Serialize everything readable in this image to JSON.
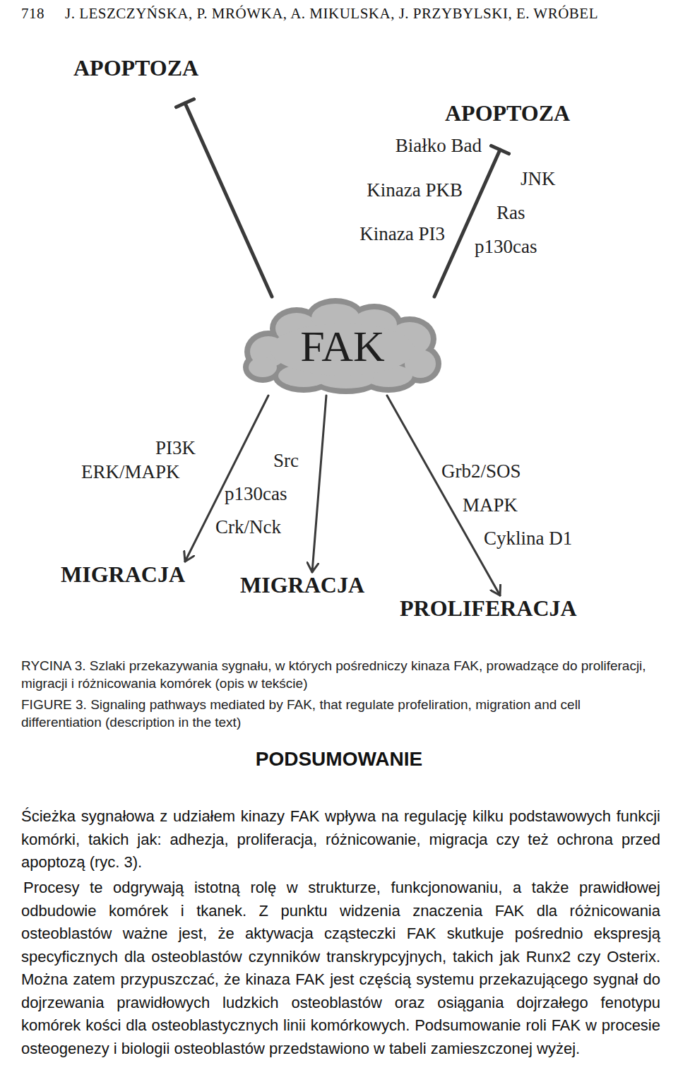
{
  "diagram": {
    "caption": "RYCINA 3. Szlaki przekazywania sygnału, w których pośredniczy kinaza FAK, prowadzące do proliferacji, migracji i różnicowania komórek (opis w tekście)",
    "nodes": [
      {
        "text": [
          "APOPTOZA"
        ]
      },
      {
        "text": [
          "APOPTOZA"
        ]
      },
      {
        "text": [
          "FAK"
        ]
      },
      {
        "text": [
          "MIGRACJA"
        ]
      },
      {
        "text": [
          "MIGRACJA"
        ]
      },
      {
        "text": [
          "PROLIFERACJA"
        ]
      }
    ],
    "edges": [
      {
        "from": 2,
        "to": 0,
        "arrow": "to"
      },
      {
        "from": 2,
        "to": 1,
        "arrow": "to"
      },
      {
        "from": 2,
        "to": 3,
        "arrow": "to"
      },
      {
        "from": 2,
        "to": 4,
        "arrow": "to"
      },
      {
        "from": 2,
        "to": 5,
        "arrow": "to"
      }
    ],
    "labels": [
      "718",
      "J. LESZCZYŃSKA, P. MRÓWKA, A. MIKULSKA, J. PRZYBYLSKI, E. WRÓBEL",
      "Białko Bad",
      "Kinaza PKB",
      "Kinaza PI3",
      "JNK",
      "Ras",
      "p130cas",
      "PI3K",
      "ERK/MAPK",
      "Src",
      "p130cas",
      "Crk/Nck",
      "Grb2/SOS",
      "MAPK",
      "Cyklina D1",
      "FIGURE 3. Signaling pathways mediated by FAK, that regulate profeliration, migration and cell differentiation (description in the text)",
      "PODSUMOWANIE",
      "Ścieżka sygnałowa z udziałem kinazy FAK wpływa na regulację kilku podstawowych funkcji komórki, takich jak: adhezja, proliferacja, różnicowanie, migracja czy też ochrona przed apoptozą (ryc. 3).",
      "Procesy te odgrywają istotną rolę w strukturze, funkcjonowaniu, a także prawidłowej odbudowie komórek i tkanek. Z punktu widzenia znaczenia FAK dla różnicowania osteoblastów ważne jest, że aktywacja cząsteczki FAK skutkuje pośrednio ekspresją specyficznych dla osteoblastów czynników transkrypcyjnych, takich jak Runx2 czy Osterix. Można zatem przypuszczać, że kinaza FAK jest częścią systemu przekazującego sygnał do dojrzewania prawidłowych ludzkich osteoblastów oraz osiągania dojrzałego fenotypu komórek kości dla osteoblastycznych linii komórkowych. Podsumowanie roli FAK w procesie osteogenezy i biologii osteoblastów przedstawiono w tabeli zamieszczonej wyżej."
    ]
  }
}
